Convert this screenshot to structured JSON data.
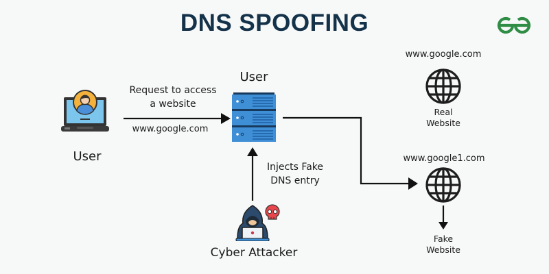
{
  "title": "DNS SPOOFING",
  "logo": {
    "name": "geeksforgeeks-logo",
    "color": "#2f8d46"
  },
  "colors": {
    "title": "#14324a",
    "arrow": "#111111",
    "server_blue": "#3f8fd6",
    "server_dark": "#16395c",
    "laptop_screen": "#7cc6ee",
    "avatar_ring": "#f4b23c",
    "skull": "#e8464a",
    "hood": "#2c4a6b"
  },
  "nodes": {
    "user_client": {
      "label": "User",
      "icon": "laptop-user-icon"
    },
    "dns_server": {
      "label": "User",
      "icon": "server-icon"
    },
    "attacker": {
      "label": "Cyber Attacker",
      "icon": "hacker-icon",
      "badge_icon": "skull-icon"
    },
    "real_site": {
      "domain": "www.google.com",
      "label_line1": "Real",
      "label_line2": "Website",
      "icon": "globe-icon"
    },
    "fake_site": {
      "domain": "www.google1.com",
      "label_line1": "Fake",
      "label_line2": "Website",
      "icon": "globe-icon"
    }
  },
  "edges": {
    "request": {
      "label_line1": "Request to access",
      "label_line2": "a website",
      "sublabel": "www.google.com"
    },
    "inject": {
      "label_line1": "Injects Fake",
      "label_line2": "DNS entry"
    },
    "redirect": {
      "label": ""
    },
    "fake_down": {
      "label": ""
    }
  }
}
